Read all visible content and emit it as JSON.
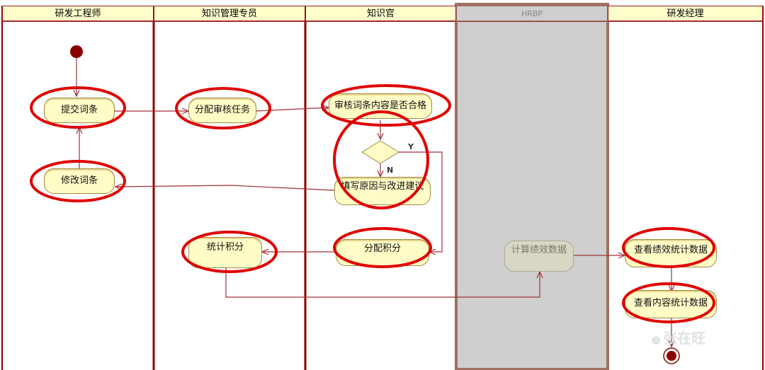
{
  "lanes": [
    {
      "title": "研发工程师"
    },
    {
      "title": "知识管理专员"
    },
    {
      "title": "知识官"
    },
    {
      "title": "HRBP"
    },
    {
      "title": "研发经理"
    }
  ],
  "nodes": {
    "submit": "提交词条",
    "modify": "修改词条",
    "assign_review": "分配审核任务",
    "review": "审核词条内容是否合格",
    "fill_reason": "填写原因与改进建议",
    "assign_points": "分配积分",
    "stat_points": "统计积分",
    "calc_perf": "计算绩效数据",
    "view_perf": "查看绩效统计数据",
    "view_content": "查看内容统计数据"
  },
  "decision": {
    "yes": "Y",
    "no": "N"
  },
  "watermark": "张在旺",
  "colors": {
    "lane_border": "#8b0000",
    "arrow": "#a0303a",
    "highlight": "#e00000",
    "node_fill": "#fffcc6",
    "hrbp_fill": "#cfcfcf"
  }
}
